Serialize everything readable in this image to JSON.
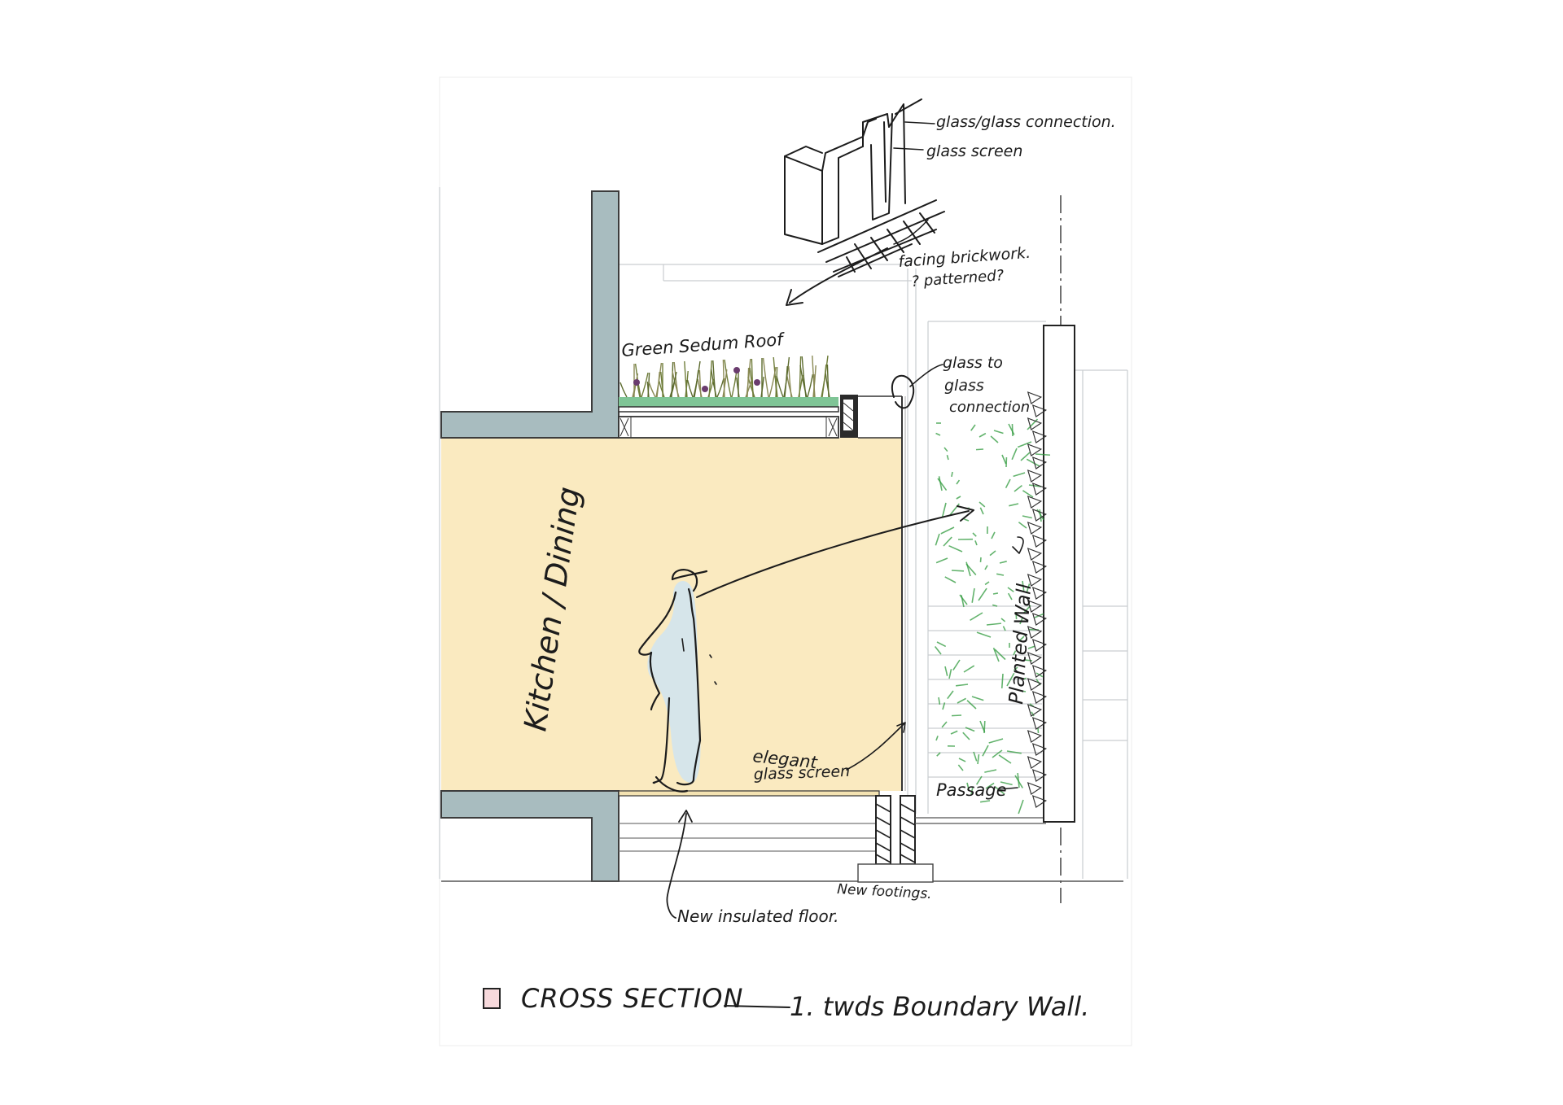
{
  "colors": {
    "wall": "#a8bcbf",
    "wall_edge": "#3c3c3c",
    "room": "#faeac0",
    "sedum_tray": "#7fc596",
    "planting": "#2f9a3c",
    "title_box": "#f7d9dc",
    "ink": "#1c1c1c"
  },
  "labels": {
    "glass_connection_top": "glass/glass connection.",
    "glass_screen_top": "glass screen",
    "facing_brickwork": "facing brickwork.",
    "patterned": "? patterned?",
    "green_sedum_roof": "Green Sedum Roof",
    "glass_to_glass_1": "glass to",
    "glass_to_glass_2": "glass",
    "glass_to_glass_3": "connection",
    "kitchen_dining": "Kitchen / Dining",
    "planted_wall": "Planted Wall",
    "elegant_glass_screen_1": "elegant",
    "elegant_glass_screen_2": "glass screen",
    "passage": "Passage",
    "new_footings": "New footings.",
    "new_insulated_floor": "New insulated floor."
  },
  "title": {
    "main": "CROSS SECTION",
    "suffix": "1. twds Boundary Wall."
  },
  "icons": {
    "person": "standing-figure-icon",
    "sedum": "sedum-plants-icon",
    "brick_detail": "brick-detail-sketch-icon"
  }
}
